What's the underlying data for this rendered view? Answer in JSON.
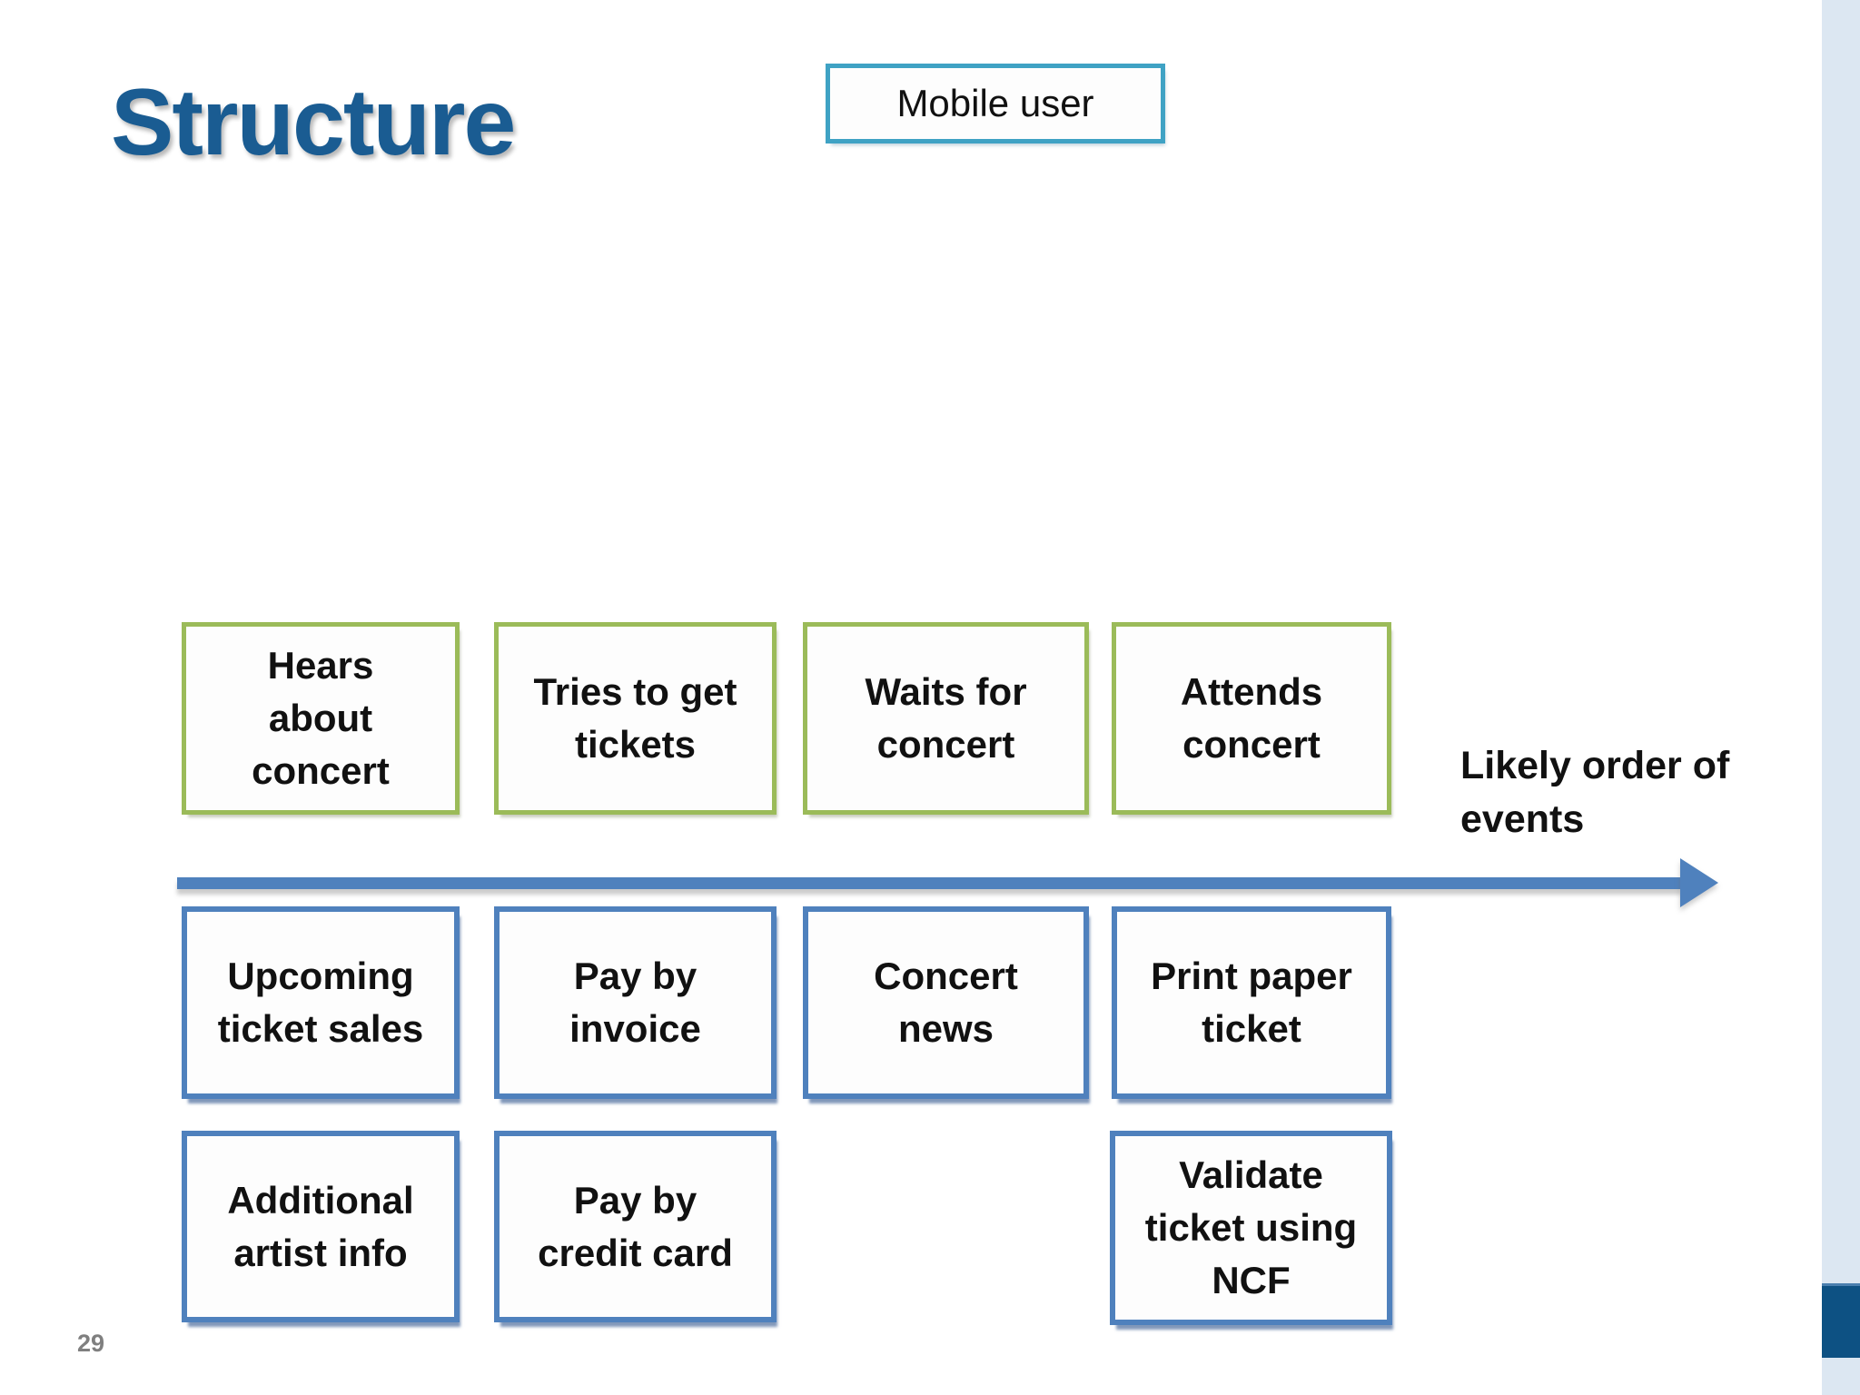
{
  "slide": {
    "title": "Structure",
    "actor_label": "Mobile user",
    "order_label": "Likely order of events",
    "page_number": "29"
  },
  "timeline": {
    "stages": [
      "Hears about concert",
      "Tries to get tickets",
      "Waits for concert",
      "Attends concert"
    ],
    "features_row1": [
      "Upcoming ticket sales",
      "Pay by invoice",
      "Concert news",
      "Print paper ticket"
    ],
    "features_row2": [
      "Additional artist info",
      "Pay by credit card",
      "Validate ticket using NCF"
    ]
  },
  "colors": {
    "title-blue": "#1a5c92",
    "teal-border": "#3fa2c4",
    "green-border": "#9bbb59",
    "blue-accent": "#4f81bd",
    "strip-light-blue": "#dce7f2",
    "strip-dark-blue": "#0d5183",
    "page-number-gray": "#7f7f7f",
    "text-black": "#1c1c1c"
  }
}
